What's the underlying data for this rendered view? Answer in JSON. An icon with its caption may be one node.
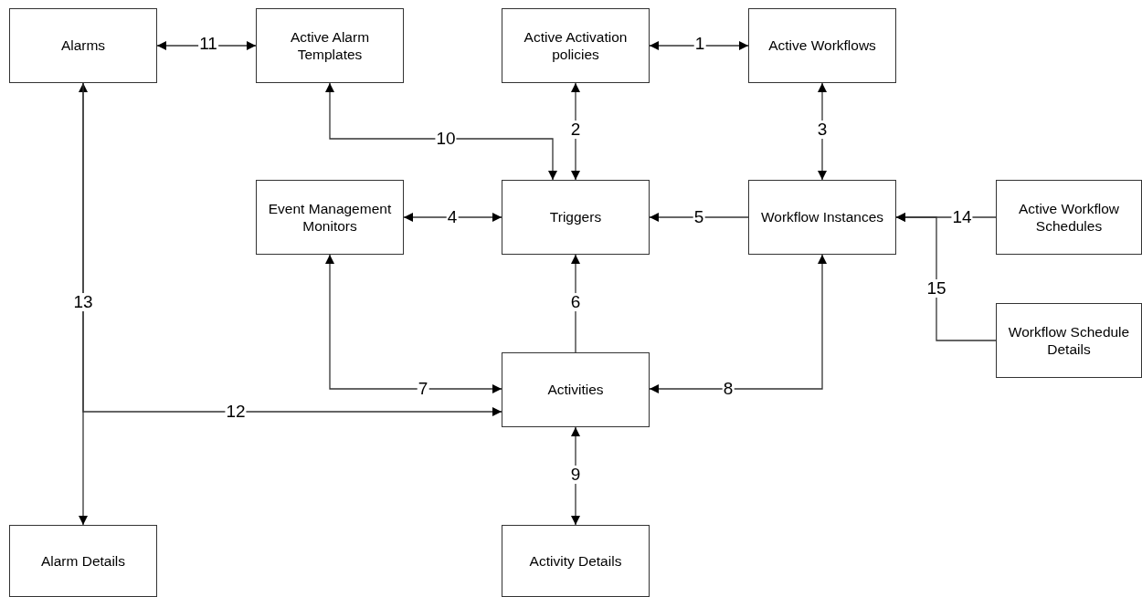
{
  "diagram": {
    "nodes": [
      {
        "text": [
          "Alarms"
        ]
      },
      {
        "text": [
          "Active Alarm Templates"
        ]
      },
      {
        "text": [
          "Active Activation policies"
        ]
      },
      {
        "text": [
          "Active Workflows"
        ]
      },
      {
        "text": [
          "Event Management Monitors"
        ]
      },
      {
        "text": [
          "Triggers"
        ]
      },
      {
        "text": [
          "Workflow Instances"
        ]
      },
      {
        "text": [
          "Active Workflow Schedules"
        ]
      },
      {
        "text": [
          "Workflow Schedule Details"
        ]
      },
      {
        "text": [
          "Activities"
        ]
      },
      {
        "text": [
          "Alarm Details"
        ]
      },
      {
        "text": [
          "Activity Details"
        ]
      }
    ],
    "edges": [
      {
        "from": 0,
        "to": 1,
        "arrow": "both",
        "label": "11"
      },
      {
        "from": 2,
        "to": 3,
        "arrow": "both",
        "label": "1"
      },
      {
        "from": 2,
        "to": 5,
        "arrow": "both",
        "label": "2"
      },
      {
        "from": 3,
        "to": 6,
        "arrow": "both",
        "label": "3"
      },
      {
        "from": 1,
        "to": 5,
        "arrow": "both",
        "label": "10"
      },
      {
        "from": 4,
        "to": 5,
        "arrow": "both",
        "label": "4"
      },
      {
        "from": 6,
        "to": 5,
        "arrow": "to",
        "label": "5"
      },
      {
        "from": 9,
        "to": 5,
        "arrow": "to",
        "label": "6"
      },
      {
        "from": 9,
        "to": 4,
        "arrow": "both",
        "label": "7"
      },
      {
        "from": 9,
        "to": 6,
        "arrow": "both",
        "label": "8"
      },
      {
        "from": 9,
        "to": 11,
        "arrow": "both",
        "label": "9"
      },
      {
        "from": 0,
        "to": 10,
        "arrow": "both",
        "label": "13"
      },
      {
        "from": 0,
        "to": 9,
        "arrow": "to",
        "label": "12"
      },
      {
        "from": 7,
        "to": 6,
        "arrow": "to",
        "label": "14"
      },
      {
        "from": 8,
        "to": 6,
        "arrow": "to",
        "label": "15"
      }
    ]
  }
}
